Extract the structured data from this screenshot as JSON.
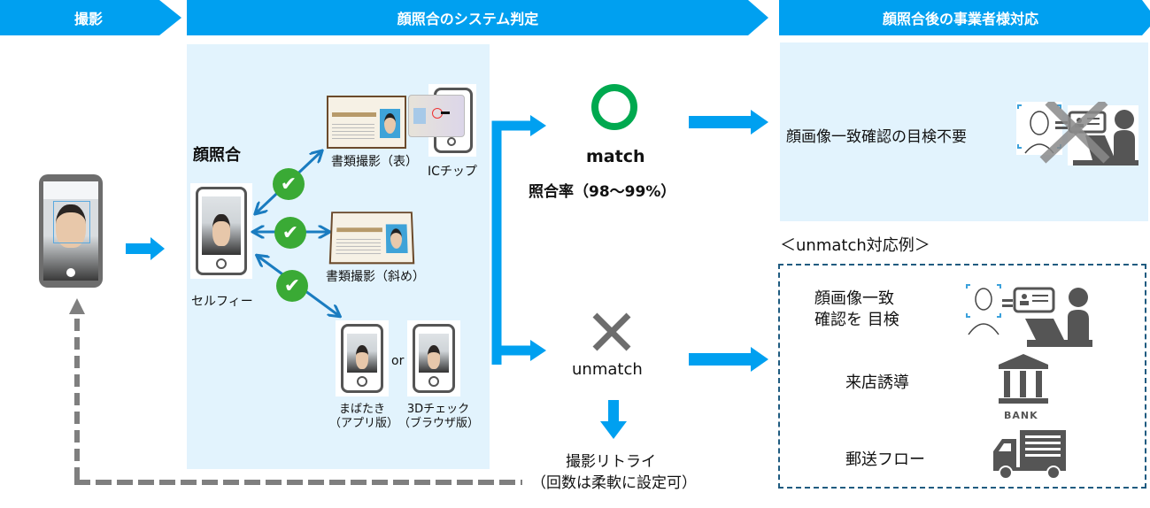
{
  "header": {
    "step1": "撮影",
    "step2": "顔照合のシステム判定",
    "step3": "顔照合後の事業者様対応"
  },
  "colors": {
    "header_blue": "#00a0f0",
    "panel_bg": "#e2f3fd",
    "match_green": "#00a94f",
    "check_green": "#3aaa35",
    "arrow_blue": "#00a0f0",
    "connector_blue": "#1a7cc0",
    "retry_gray": "#7f7f7f",
    "dashed_box": "#1f5b80",
    "icon_gray": "#555555"
  },
  "capture": {
    "icon": "smartphone-selfie-icon"
  },
  "system": {
    "title": "顔照合",
    "selfie_label": "セルフィー",
    "targets": [
      {
        "label": "書類撮影（表）",
        "icon": "id-card-front-icon"
      },
      {
        "label": "ICチップ",
        "icon": "ic-chip-phone-icon"
      },
      {
        "label": "書類撮影（斜め）",
        "icon": "id-card-angle-icon"
      }
    ],
    "liveness": {
      "option1_line1": "まばたき",
      "option1_line2": "（アプリ版）",
      "or_label": "or",
      "option2_line1": "3Dチェック",
      "option2_line2": "（ブラウザ版）"
    },
    "check_icon": "✔"
  },
  "result": {
    "match_symbol": "○",
    "match_label": "match",
    "match_rate": "照合率（98〜99%）",
    "unmatch_symbol": "✕",
    "unmatch_label": "unmatch",
    "retry_line1": "撮影リトライ",
    "retry_line2": "（回数は柔軟に設定可）"
  },
  "operator": {
    "match_text": "顔画像一致確認の目検不要",
    "unmatch_heading": "＜unmatch対応例＞",
    "unmatch_items": [
      {
        "label_line1": "顔画像一致",
        "label_line2": "確認を 目検",
        "icon": "visual-check-operator-icon"
      },
      {
        "label_line1": "来店誘導",
        "label_line2": "",
        "icon": "bank-icon",
        "icon_text": "BANK"
      },
      {
        "label_line1": "郵送フロー",
        "label_line2": "",
        "icon": "delivery-truck-icon"
      }
    ]
  }
}
